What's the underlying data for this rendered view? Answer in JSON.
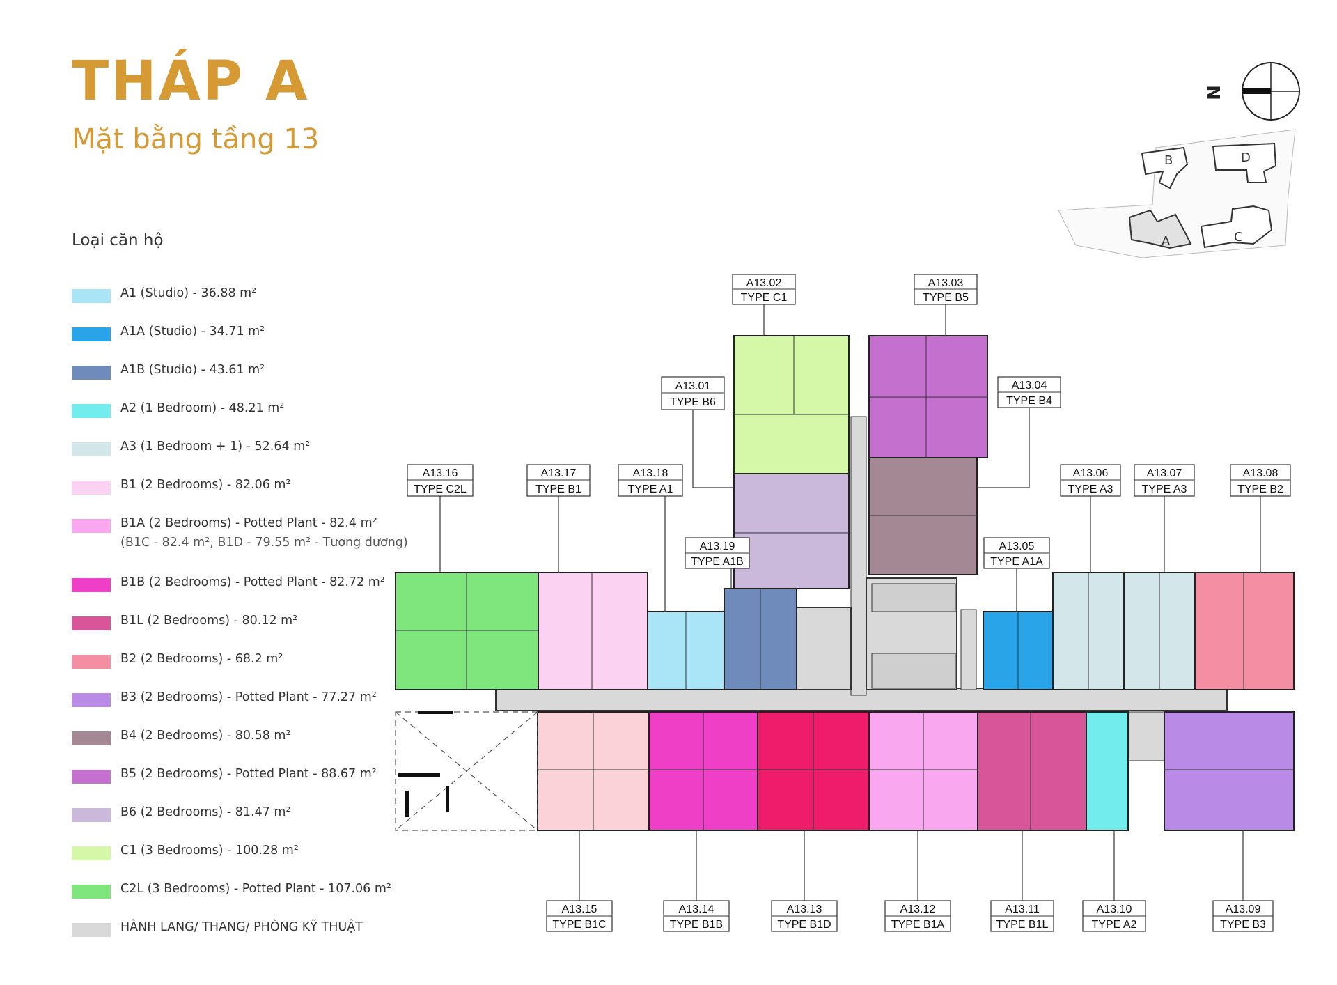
{
  "title": "THÁP A",
  "subtitle": "Mặt bằng tầng 13",
  "compass": {
    "north_letter": "N",
    "icon": "compass-icon"
  },
  "site_key": {
    "buildings": [
      "B",
      "D",
      "A",
      "C"
    ]
  },
  "legend": {
    "heading": "Loại căn hộ",
    "items": [
      {
        "label": "A1 (Studio) - 36.88 m²",
        "color": "#a9e4f7"
      },
      {
        "label": "A1A (Studio) - 34.71 m²",
        "color": "#2aa4e8"
      },
      {
        "label": "A1B (Studio) - 43.61 m²",
        "color": "#6f8bbb"
      },
      {
        "label": "A2 (1 Bedroom) - 48.21 m²",
        "color": "#72ecec"
      },
      {
        "label": "A3 (1 Bedroom + 1) - 52.64 m²",
        "color": "#d3e6ea"
      },
      {
        "label": "B1 (2 Bedrooms) - 82.06 m²",
        "color": "#fbd2f2"
      },
      {
        "label": "B1A (2 Bedrooms) - Potted Plant - 82.4 m²",
        "color": "#f9a7ee",
        "note": "(B1C - 82.4 m², B1D - 79.55 m² - Tương đương)"
      },
      {
        "label": "B1B (2 Bedrooms) - Potted Plant - 82.72 m²",
        "color": "#ee3fc6"
      },
      {
        "label": "B1L (2 Bedrooms) - 80.12 m²",
        "color": "#d9559a"
      },
      {
        "label": "B2 (2 Bedrooms) - 68.2 m²",
        "color": "#f48ea3"
      },
      {
        "label": "B3 (2 Bedrooms) - Potted Plant - 77.27 m²",
        "color": "#b98be6"
      },
      {
        "label": "B4 (2 Bedrooms) - 80.58 m²",
        "color": "#a48894"
      },
      {
        "label": "B5 (2 Bedrooms) - Potted Plant - 88.67 m²",
        "color": "#c470cf"
      },
      {
        "label": "B6 (2 Bedrooms) - 81.47 m²",
        "color": "#cbb9dc"
      },
      {
        "label": "C1 (3 Bedrooms) - 100.28 m²",
        "color": "#d4f8a7"
      },
      {
        "label": "C2L (3 Bedrooms) - Potted Plant - 107.06 m²",
        "color": "#7ee67c"
      },
      {
        "label": "HÀNH LANG/ THANG/ PHÒNG KỸ THUẬT",
        "color": "#d9d9d9"
      }
    ]
  },
  "units": [
    {
      "code": "A13.01",
      "type": "TYPE B6",
      "color": "#cbb9dc"
    },
    {
      "code": "A13.02",
      "type": "TYPE C1",
      "color": "#d4f8a7"
    },
    {
      "code": "A13.03",
      "type": "TYPE B5",
      "color": "#c470cf"
    },
    {
      "code": "A13.04",
      "type": "TYPE B4",
      "color": "#a48894"
    },
    {
      "code": "A13.05",
      "type": "TYPE A1A",
      "color": "#2aa4e8"
    },
    {
      "code": "A13.06",
      "type": "TYPE A3",
      "color": "#d3e6ea"
    },
    {
      "code": "A13.07",
      "type": "TYPE A3",
      "color": "#d3e6ea"
    },
    {
      "code": "A13.08",
      "type": "TYPE B2",
      "color": "#f48ea3"
    },
    {
      "code": "A13.09",
      "type": "TYPE B3",
      "color": "#b98be6"
    },
    {
      "code": "A13.10",
      "type": "TYPE A2",
      "color": "#72ecec"
    },
    {
      "code": "A13.11",
      "type": "TYPE B1L",
      "color": "#d9559a"
    },
    {
      "code": "A13.12",
      "type": "TYPE B1A",
      "color": "#f9a7ee"
    },
    {
      "code": "A13.13",
      "type": "TYPE B1D",
      "color": "#ee1c6a"
    },
    {
      "code": "A13.14",
      "type": "TYPE B1B",
      "color": "#ee3fc6"
    },
    {
      "code": "A13.15",
      "type": "TYPE B1C",
      "color": "#fbd2d8"
    },
    {
      "code": "A13.16",
      "type": "TYPE C2L",
      "color": "#7ee67c"
    },
    {
      "code": "A13.17",
      "type": "TYPE B1",
      "color": "#fbd2f2"
    },
    {
      "code": "A13.18",
      "type": "TYPE A1",
      "color": "#a9e4f7"
    },
    {
      "code": "A13.19",
      "type": "TYPE A1B",
      "color": "#6f8bbb"
    }
  ]
}
